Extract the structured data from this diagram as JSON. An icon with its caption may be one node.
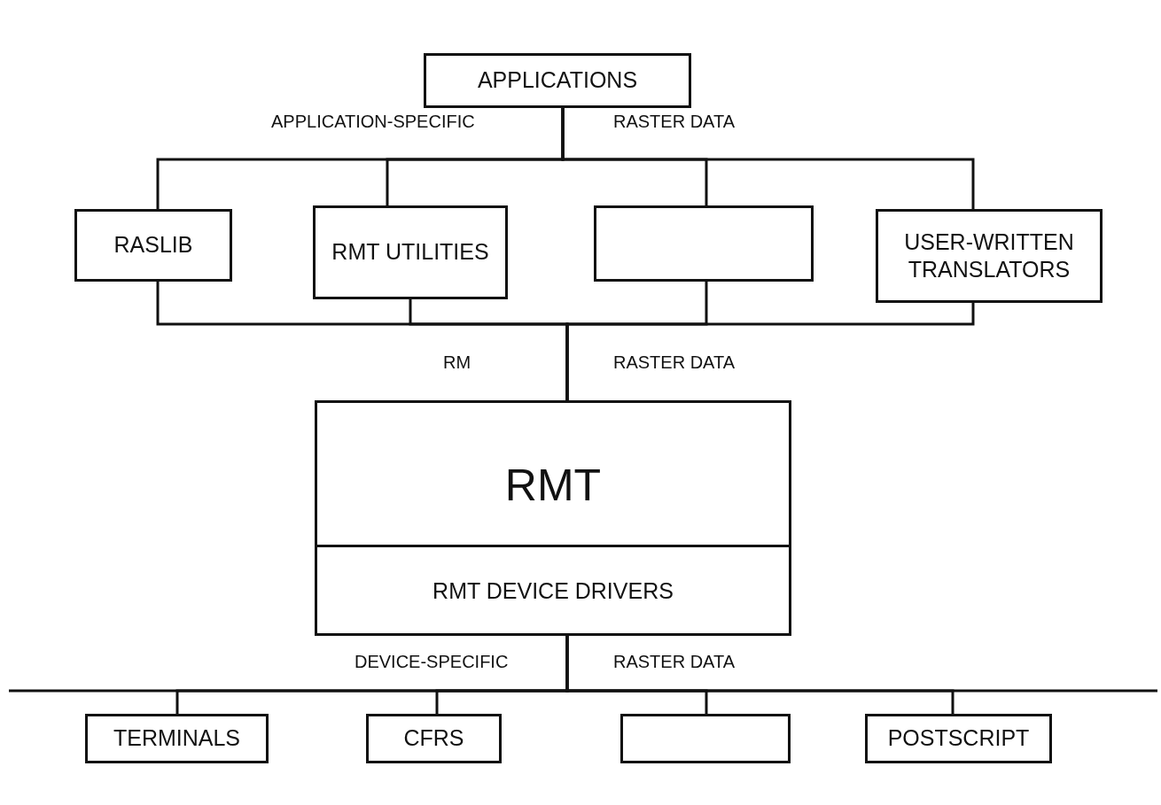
{
  "diagram": {
    "nodes": [
      {
        "text": [
          "APPLICATIONS"
        ]
      },
      {
        "text": [
          "RASLIB"
        ]
      },
      {
        "text": [
          "RMT UTILITIES"
        ]
      },
      {
        "text": [],
        "shape": "box"
      },
      {
        "text": [
          "USER-WRITTEN TRANSLATORS"
        ]
      },
      {
        "text": [
          "RMT"
        ]
      },
      {
        "text": [
          "RMT DEVICE DRIVERS"
        ],
        "in": 5
      },
      {
        "text": [
          "TERMINALS"
        ]
      },
      {
        "text": [
          "CFRS"
        ]
      },
      {
        "text": [],
        "shape": "box"
      },
      {
        "text": [
          "POSTSCRIPT"
        ]
      }
    ],
    "edges": [
      {
        "from": 0,
        "to": 1,
        "arrow": "none"
      },
      {
        "from": 0,
        "to": 2,
        "arrow": "none"
      },
      {
        "from": 0,
        "to": 3,
        "arrow": "none"
      },
      {
        "from": 0,
        "to": 4,
        "arrow": "none"
      },
      {
        "from": 1,
        "to": 5,
        "arrow": "none"
      },
      {
        "from": 2,
        "to": 5,
        "arrow": "none"
      },
      {
        "from": 3,
        "to": 5,
        "arrow": "none"
      },
      {
        "from": 4,
        "to": 5,
        "arrow": "none"
      },
      {
        "from": 6,
        "to": 7,
        "arrow": "none"
      },
      {
        "from": 6,
        "to": 8,
        "arrow": "none"
      },
      {
        "from": 6,
        "to": 9,
        "arrow": "none"
      },
      {
        "from": 6,
        "to": 10,
        "arrow": "none"
      }
    ],
    "labels": [
      "APPLICATION-SPECIFIC",
      "RASTER DATA",
      "RM",
      "RASTER DATA",
      "DEVICE-SPECIFIC",
      "RASTER DATA"
    ]
  }
}
